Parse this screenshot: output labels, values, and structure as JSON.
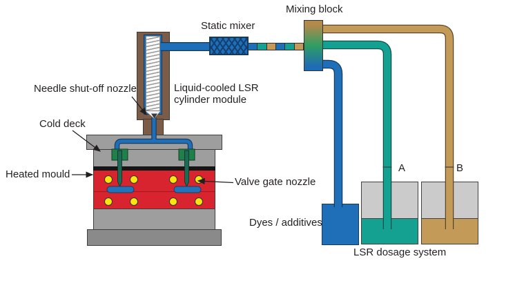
{
  "labels": {
    "mixing_block": "Mixing block",
    "static_mixer": "Static mixer",
    "needle_shut_off_nozzle": "Needle shut-off nozzle",
    "cylinder_module_line1": "Liquid-cooled LSR",
    "cylinder_module_line2": "cylinder module",
    "cold_deck": "Cold deck",
    "heated_mould": "Heated mould",
    "valve_gate_nozzle": "Valve gate nozzle",
    "dyes_additives": "Dyes / additives",
    "container_a": "A",
    "container_b": "B",
    "lsr_dosage_system": "LSR dosage system"
  },
  "colors": {
    "component_a_teal": "#14a192",
    "component_b_tan": "#c49a58",
    "dyes_blue": "#1e6fb8",
    "mould_red": "#d7242f",
    "heater_yellow": "#fae50f",
    "valve_green": "#20804a",
    "cylinder_brown": "#7b5c49",
    "plate_gray": "#9e9e9e",
    "label_text": "#231f20"
  }
}
